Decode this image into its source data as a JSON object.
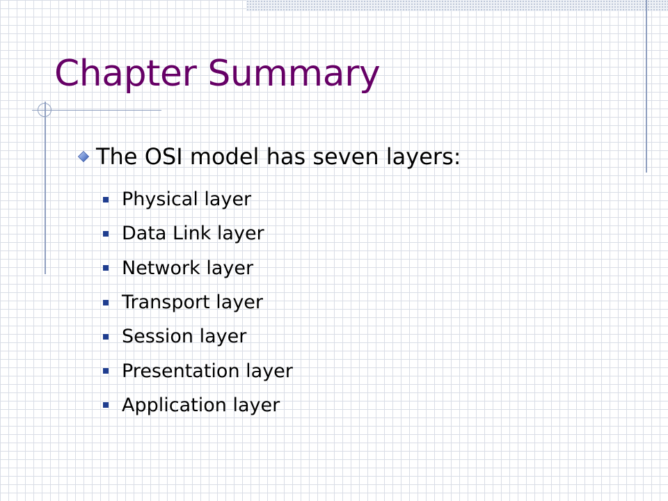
{
  "slide": {
    "title": "Chapter Summary",
    "main_bullet": "The OSI model has seven layers:",
    "sub_bullets": [
      "Physical layer",
      "Data Link layer",
      "Network layer",
      "Transport layer",
      "Session layer",
      "Presentation layer",
      "Application layer"
    ]
  },
  "colors": {
    "title": "#660066",
    "grid": "#d9dde6",
    "accent_lines": "#8f9fc0",
    "sub_bullet_marker": "#1f3d8f",
    "main_bullet_marker": "#6f8fd4"
  },
  "icons": {
    "main_bullet": "diamond-bullet-icon",
    "sub_bullet": "square-bullet-icon"
  }
}
